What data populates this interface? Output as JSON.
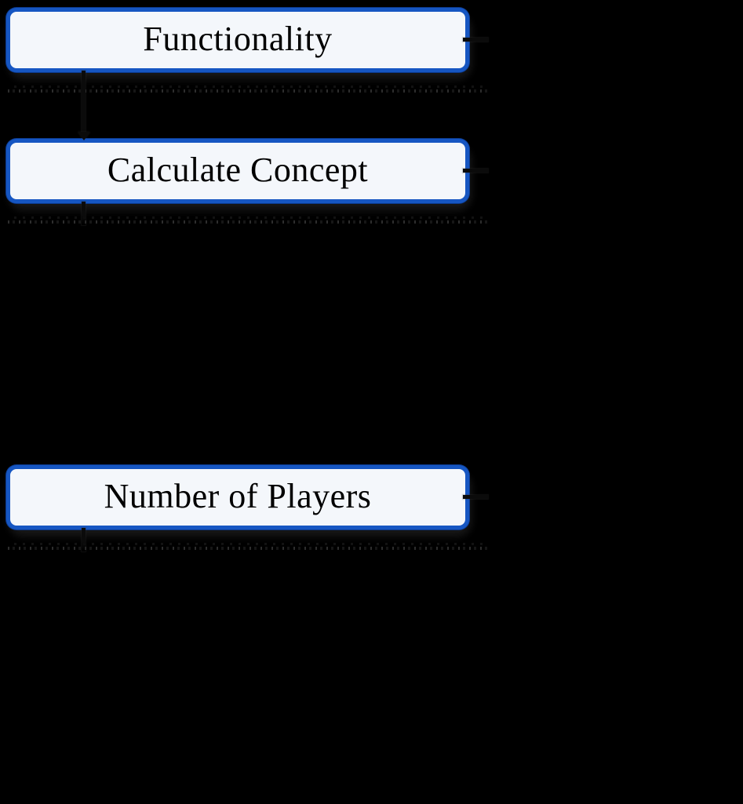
{
  "diagram": {
    "type": "flowchart-fragment",
    "background_color": "#000000",
    "node_style": {
      "fill": "#f4f7fb",
      "border_color": "#1656c2",
      "text_color": "#000000",
      "corner": "rounded",
      "shadow": "dark fuzzy drop shadow, offset down-right"
    },
    "nodes": [
      {
        "id": "functionality",
        "label": "Functionality"
      },
      {
        "id": "calculate-concept",
        "label": "Calculate Concept"
      },
      {
        "id": "number-of-players",
        "label": "Number of Players"
      }
    ],
    "edges": [
      {
        "from": "functionality",
        "to": "calculate-concept",
        "style": "vertical arrow, arrowhead down, near left side"
      },
      {
        "from": "calculate-concept",
        "to": "offscreen-below",
        "style": "vertical stub"
      },
      {
        "from": "number-of-players",
        "to": "offscreen-below",
        "style": "vertical stub"
      },
      {
        "from": "functionality",
        "to": "offscreen-right",
        "style": "horizontal stub at mid-height"
      },
      {
        "from": "calculate-concept",
        "to": "offscreen-right",
        "style": "horizontal stub at mid-height"
      },
      {
        "from": "number-of-players",
        "to": "offscreen-right",
        "style": "horizontal stub at mid-height"
      }
    ]
  }
}
